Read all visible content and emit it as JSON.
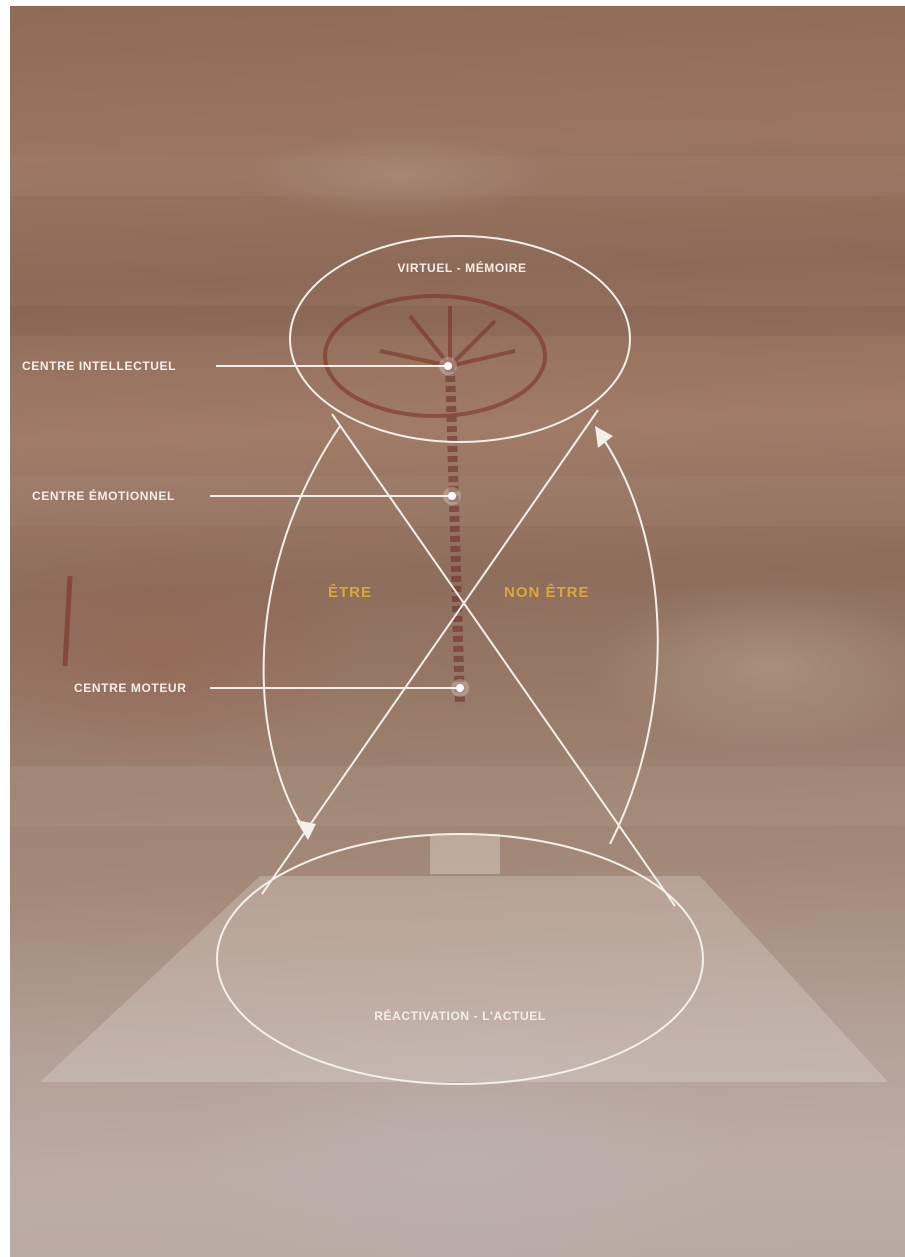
{
  "labels": {
    "top": "VIRTUEL - MÉMOIRE",
    "bottom": "RÉACTIVATION - L'ACTUEL",
    "centre_intellectuel": "CENTRE INTELLECTUEL",
    "centre_emotionnel": "CENTRE ÉMOTIONNEL",
    "centre_moteur": "CENTRE MOTEUR",
    "etre": "ÊTRE",
    "non_etre": "NON ÊTRE"
  },
  "colors": {
    "line": "#f4efe9",
    "accent_text": "#d8a93a",
    "rock": "#9a7661"
  }
}
